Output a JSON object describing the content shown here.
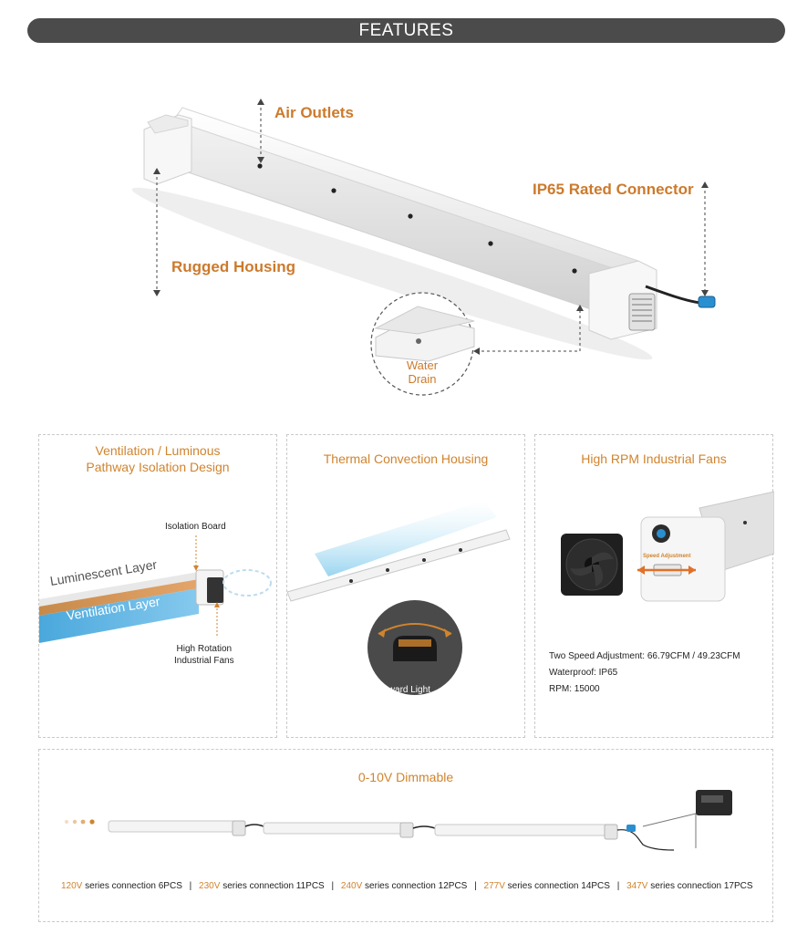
{
  "banner": {
    "title": "FEATURES"
  },
  "hero": {
    "air_outlets": "Air Outlets",
    "ip65_connector": "IP65 Rated Connector",
    "rugged_housing": "Rugged Housing",
    "water_drain_line1": "Water",
    "water_drain_line2": "Drain"
  },
  "panels": {
    "isolation": {
      "title_line1": "Ventilation / Luminous",
      "title_line2": "Pathway Isolation Design",
      "isolation_board": "Isolation Board",
      "luminescent_layer": "Luminescent Layer",
      "ventilation_layer": "Ventilation Layer",
      "fans_line1": "High Rotation",
      "fans_line2": "Industrial Fans"
    },
    "thermal": {
      "title": "Thermal Convection Housing",
      "upward_light": "Upward Light"
    },
    "fans": {
      "title": "High RPM Industrial Fans",
      "speed_adjustment": "Speed Adjustment",
      "specs": [
        "Two Speed Adjustment: 66.79CFM / 49.23CFM",
        "Waterproof: IP65",
        "RPM: 15000"
      ]
    }
  },
  "dimmable": {
    "title": "0-10V Dimmable",
    "series": [
      {
        "voltage": "120V",
        "text": "series connection 6PCS"
      },
      {
        "voltage": "230V",
        "text": "series connection 11PCS"
      },
      {
        "voltage": "240V",
        "text": "series connection 12PCS"
      },
      {
        "voltage": "277V",
        "text": "series connection 14PCS"
      },
      {
        "voltage": "347V",
        "text": "series connection 17PCS"
      }
    ],
    "separator": "|"
  },
  "colors": {
    "accent": "#cc7a2c",
    "banner": "#4b4b4b",
    "ventilation_blue": "#4aa8dc"
  }
}
